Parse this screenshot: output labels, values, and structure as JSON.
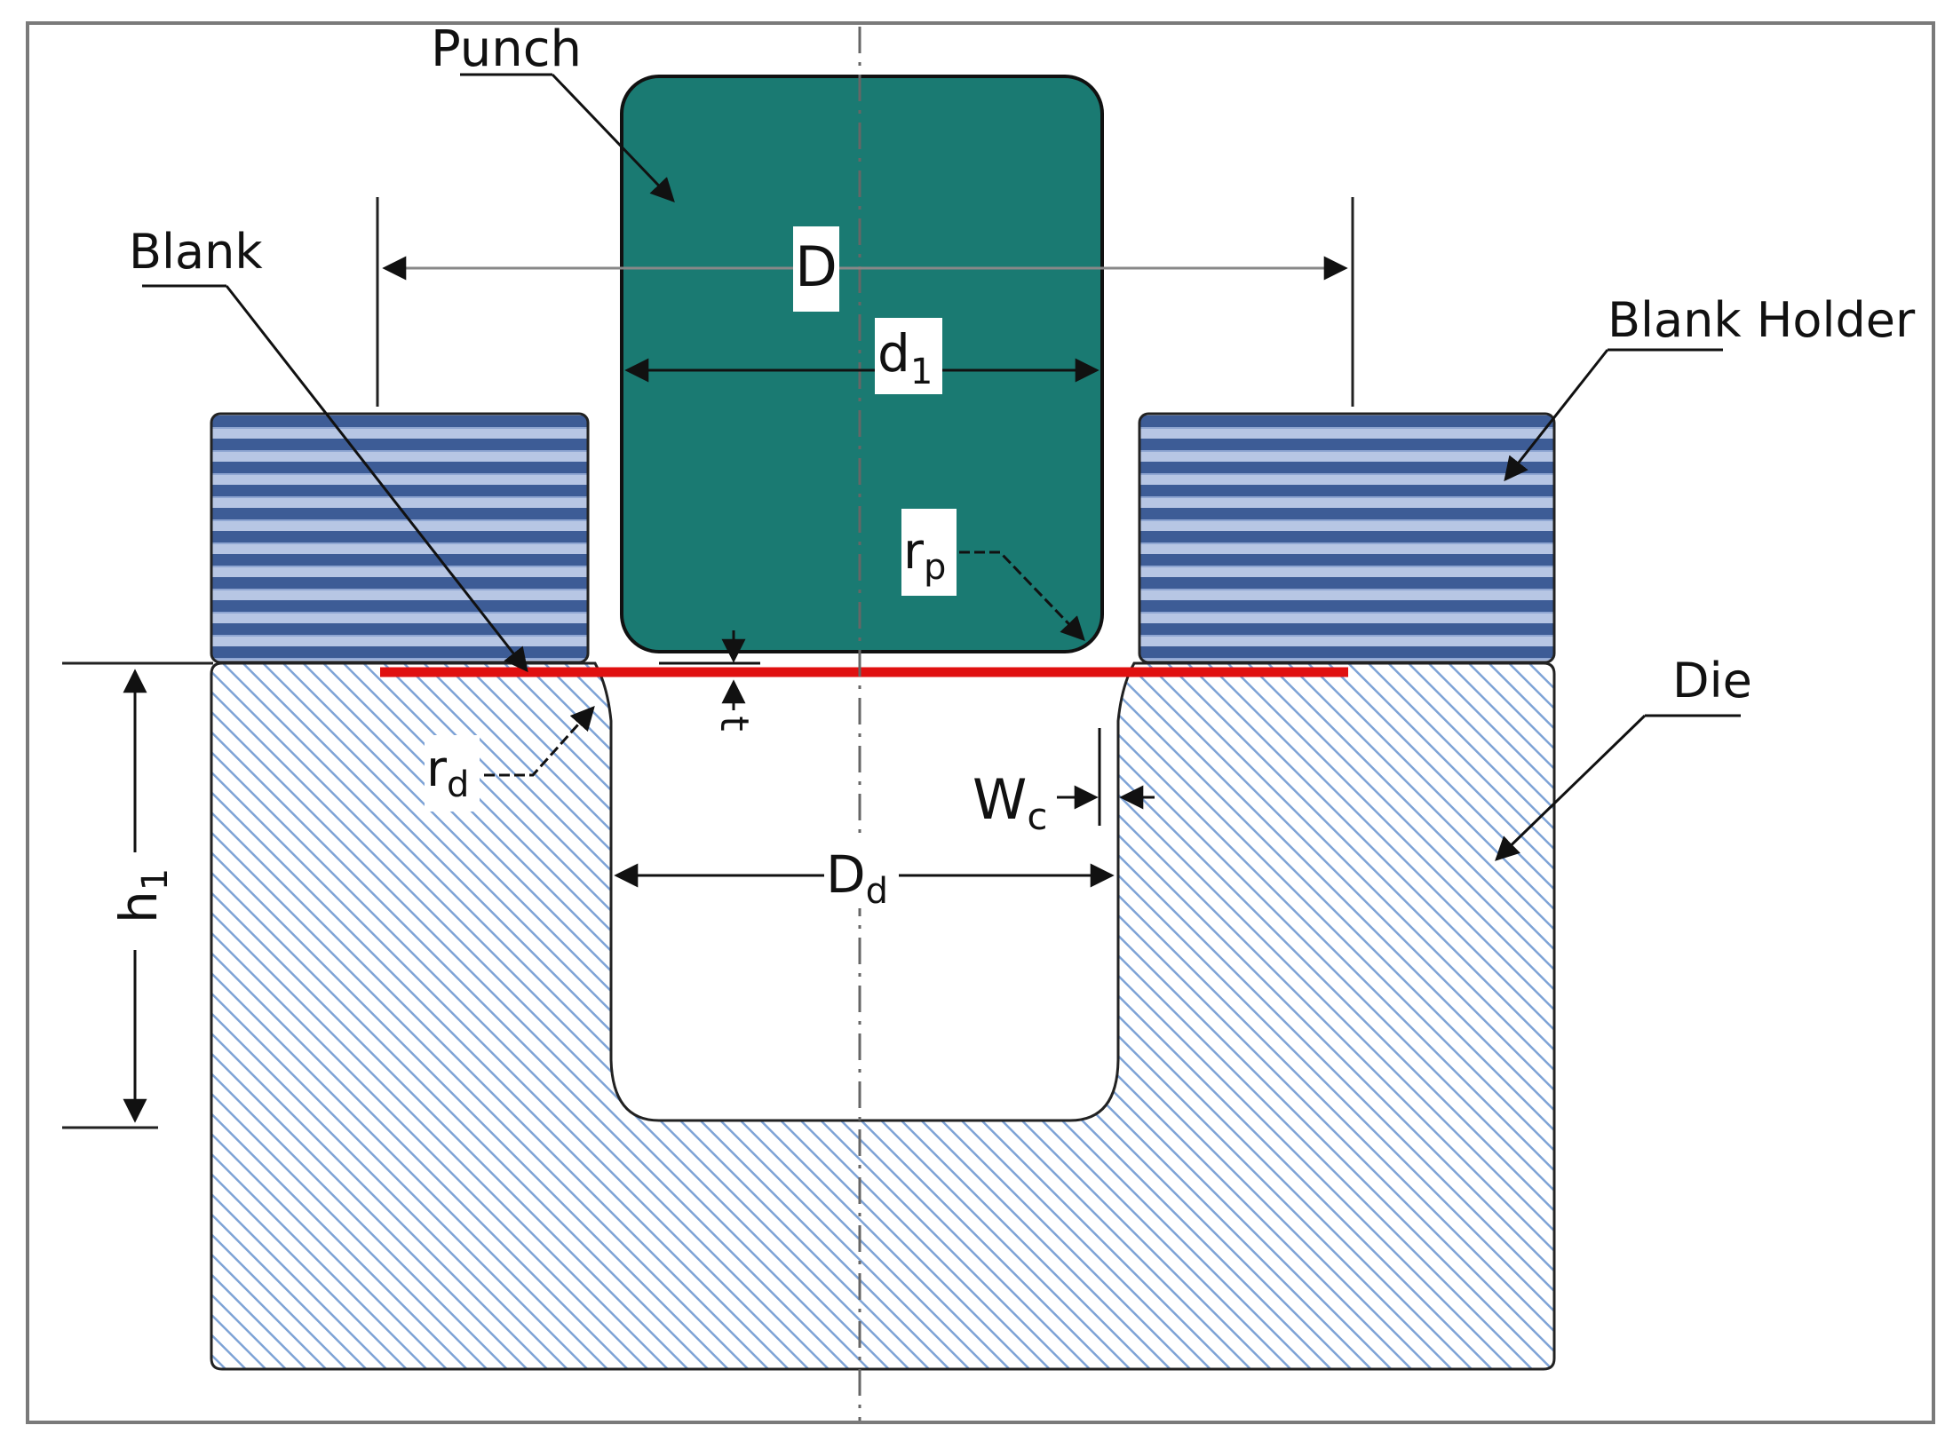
{
  "labels": {
    "punch": "Punch",
    "blank": "Blank",
    "blank_holder": "Blank Holder",
    "die": "Die"
  },
  "dimensions": {
    "D": "D",
    "d1_main": "d",
    "d1_sub": "1",
    "rp_main": "r",
    "rp_sub": "p",
    "rd_main": "r",
    "rd_sub": "d",
    "wc_main": "W",
    "wc_sub": "c",
    "dd_main": "D",
    "dd_sub": "d",
    "h1_main": "h",
    "h1_sub": "1",
    "t": "t"
  },
  "colors": {
    "punch": "#1a7a72",
    "blank": "#e01010",
    "holder_dark": "#3d5c96",
    "holder_light": "#b7c6e4",
    "die_hatch": "#7ea3d6",
    "die_bg": "#ffffff"
  }
}
